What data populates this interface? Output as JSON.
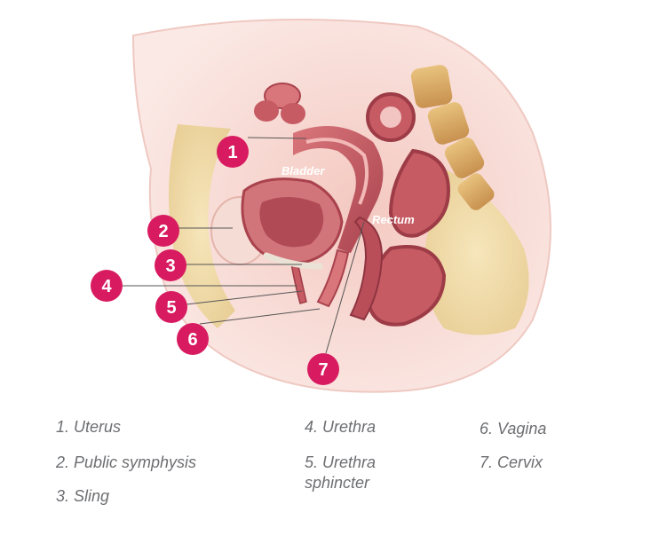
{
  "colors": {
    "marker": "#d81b60",
    "tissue": "#f1c7bf",
    "muscle": "#c65b63",
    "fat": "#f3e3b5",
    "text": "#6d6e71"
  },
  "regions": {
    "bladder": "Bladder",
    "rectum": "Rectum"
  },
  "markers": [
    "1",
    "2",
    "3",
    "4",
    "5",
    "6",
    "7"
  ],
  "legend": [
    "1. Uterus",
    "2. Public symphysis",
    "3. Sling",
    "4. Urethra",
    "5. Urethra\nsphincter",
    "6. Vagina",
    "7. Cervix"
  ]
}
